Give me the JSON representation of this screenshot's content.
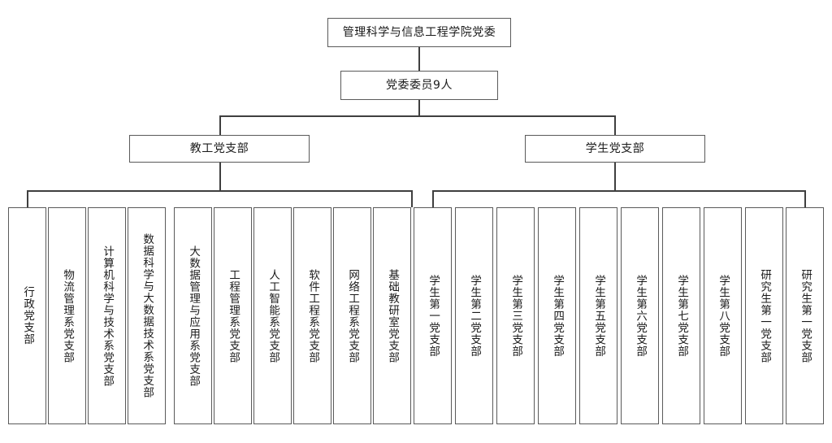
{
  "chart": {
    "title_node": {
      "label": "管理科学与信息工程学院党委"
    },
    "committee_node": {
      "label": "党委委员9人"
    },
    "branches": [
      {
        "id": "faculty",
        "label": "教工党支部"
      },
      {
        "id": "student",
        "label": "学生党支部"
      }
    ],
    "faculty_units": [
      {
        "label": "行政党支部"
      },
      {
        "label": "物流管理系党支部"
      },
      {
        "label": "计算机科学与技术系党支部"
      },
      {
        "label": "数据科学与大数据技术系党支部"
      },
      {
        "label": "大数据管理与应用系党支部"
      },
      {
        "label": "工程管理系党支部"
      },
      {
        "label": "人工智能系党支部"
      },
      {
        "label": "软件工程系党支部"
      },
      {
        "label": "网络工程系党支部"
      },
      {
        "label": "基础教研室党支部"
      }
    ],
    "student_units": [
      {
        "label": "学生第一党支部"
      },
      {
        "label": "学生第二党支部"
      },
      {
        "label": "学生第三党支部"
      },
      {
        "label": "学生第四党支部"
      },
      {
        "label": "学生第五党支部"
      },
      {
        "label": "学生第六党支部"
      },
      {
        "label": "学生第七党支部"
      },
      {
        "label": "学生第八党支部"
      },
      {
        "label": "研究生第一党支部"
      },
      {
        "label": "研究生第一党支部"
      }
    ],
    "colors": {
      "box_border": "#5a5a5a",
      "line": "#3f3f3f",
      "background": "#ffffff",
      "text": "#1a1a1a"
    }
  }
}
